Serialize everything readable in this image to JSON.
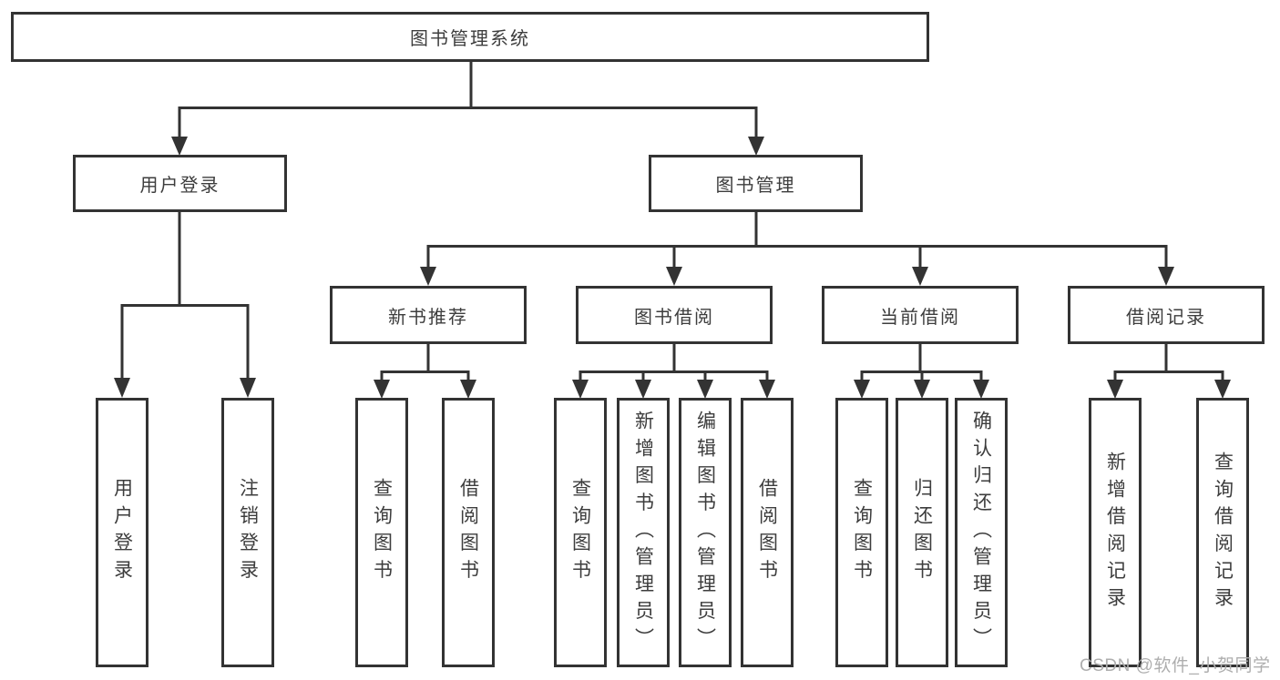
{
  "nodes": {
    "root": {
      "label": "图书管理系统"
    },
    "level2": [
      {
        "label": "用户登录"
      },
      {
        "label": "图书管理"
      }
    ],
    "level3": [
      {
        "label": "新书推荐"
      },
      {
        "label": "图书借阅"
      },
      {
        "label": "当前借阅"
      },
      {
        "label": "借阅记录"
      }
    ],
    "leaves": [
      {
        "label": "用户登录",
        "parent": "用户登录"
      },
      {
        "label": "注销登录",
        "parent": "用户登录"
      },
      {
        "label": "查询图书",
        "parent": "新书推荐"
      },
      {
        "label": "借阅图书",
        "parent": "新书推荐"
      },
      {
        "label": "查询图书",
        "parent": "图书借阅"
      },
      {
        "label": "新增图书（管理员）",
        "parent": "图书借阅"
      },
      {
        "label": "编辑图书（管理员）",
        "parent": "图书借阅"
      },
      {
        "label": "借阅图书",
        "parent": "图书借阅"
      },
      {
        "label": "查询图书",
        "parent": "当前借阅"
      },
      {
        "label": "归还图书",
        "parent": "当前借阅"
      },
      {
        "label": "确认归还（管理员）",
        "parent": "当前借阅"
      },
      {
        "label": "新增借阅记录",
        "parent": "借阅记录"
      },
      {
        "label": "查询借阅记录",
        "parent": "借阅记录"
      }
    ]
  },
  "watermark": {
    "text": "CSDN @软件_小贺同学"
  },
  "colors": {
    "line": "#333333",
    "box_border": "#333333",
    "box_fill": "#ffffff",
    "text": "#3d3d3d",
    "watermark": "#aeaeae"
  }
}
